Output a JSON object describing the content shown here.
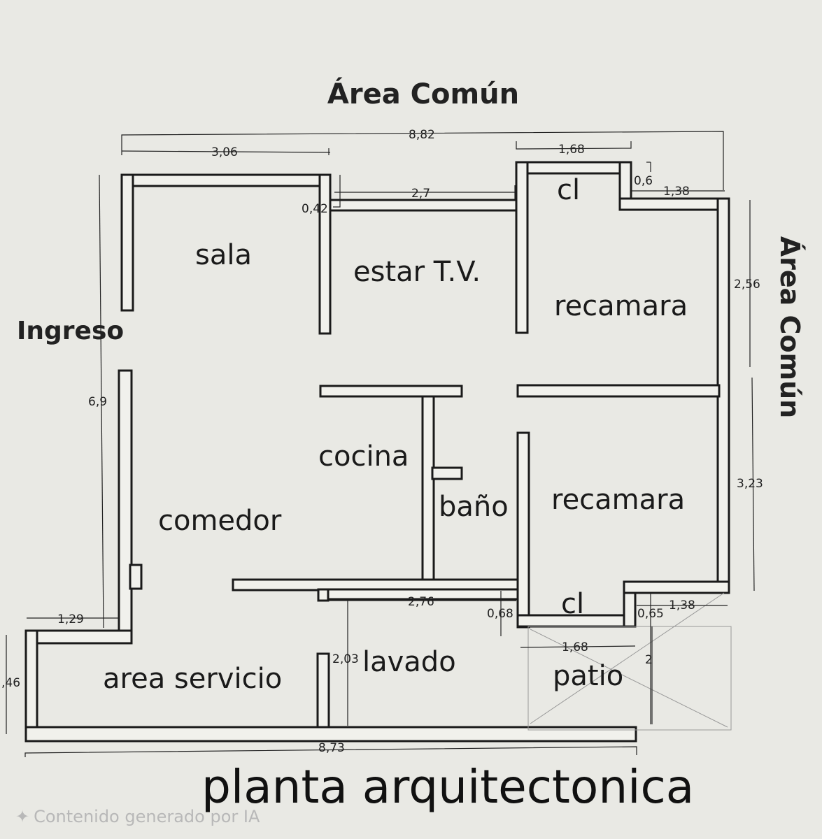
{
  "labels": {
    "area_top": "Área Común",
    "area_right": "Área Común",
    "ingreso": "Ingreso",
    "title": "planta arquitectonica",
    "footer": "Contenido generado por IA"
  },
  "rooms": {
    "sala": "sala",
    "estar": "estar T.V.",
    "cl_top": "cl",
    "recamara_top": "recamara",
    "cocina": "cocina",
    "bano": "baño",
    "recamara_bottom": "recamara",
    "comedor": "comedor",
    "cl_bottom": "cl",
    "lavado": "lavado",
    "patio": "patio",
    "area_servicio": "area servicio"
  },
  "dimensions": {
    "total_top": "8,82",
    "sala_width": "3,06",
    "cl_width_top": "1,68",
    "offset_06": "0,6",
    "right_138_top": "1,38",
    "estar_width": "2,7",
    "offset_042": "0,42",
    "height_256": "2,56",
    "left_height": "6,9",
    "height_323": "3,23",
    "ingreso_129": "1,29",
    "lavado_width": "2,76",
    "offset_068": "0,68",
    "offset_065": "0,65",
    "right_138_bottom": "1,38",
    "patio_width": "1,68",
    "lavado_height": "2,03",
    "patio_height": "2",
    "left_246": ",46",
    "total_bottom": "8,73"
  },
  "colors": {
    "paper": "#e9e9e4",
    "ink": "#1a1a1a",
    "footer": "#b8b8b8"
  }
}
